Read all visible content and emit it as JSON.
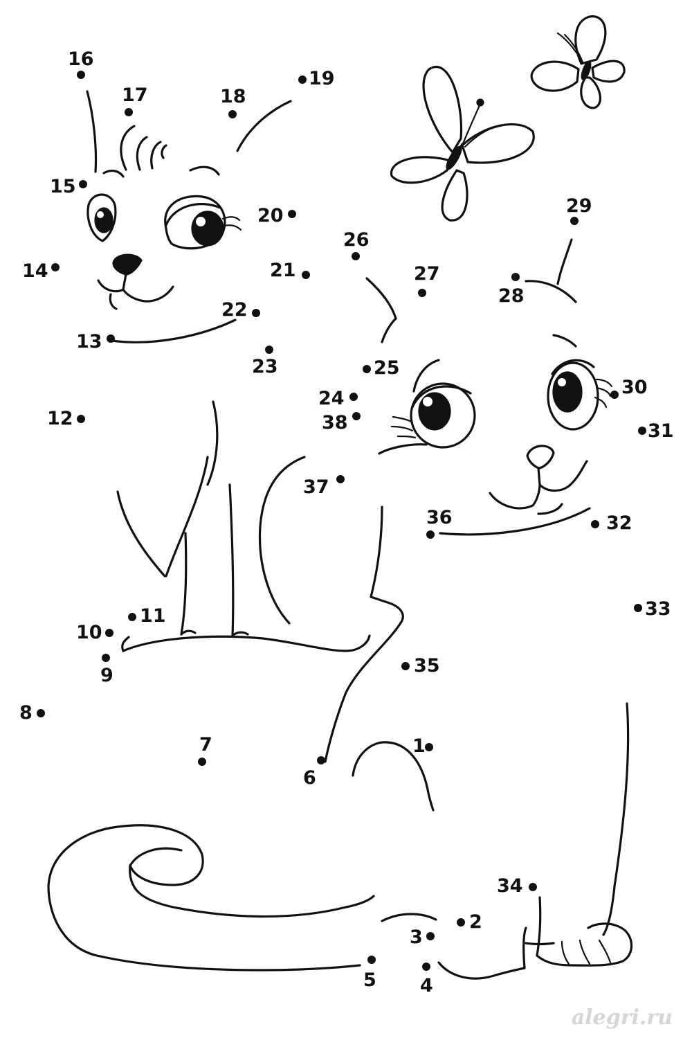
{
  "watermark": "alegri.ru",
  "points": [
    {
      "label": "1"
    },
    {
      "label": "2"
    },
    {
      "label": "3"
    },
    {
      "label": "4"
    },
    {
      "label": "5"
    },
    {
      "label": "6"
    },
    {
      "label": "7"
    },
    {
      "label": "8"
    },
    {
      "label": "9"
    },
    {
      "label": "10"
    },
    {
      "label": "11"
    },
    {
      "label": "12"
    },
    {
      "label": "13"
    },
    {
      "label": "14"
    },
    {
      "label": "15"
    },
    {
      "label": "16"
    },
    {
      "label": "17"
    },
    {
      "label": "18"
    },
    {
      "label": "19"
    },
    {
      "label": "20"
    },
    {
      "label": "21"
    },
    {
      "label": "22"
    },
    {
      "label": "23"
    },
    {
      "label": "24"
    },
    {
      "label": "25"
    },
    {
      "label": "26"
    },
    {
      "label": "27"
    },
    {
      "label": "28"
    },
    {
      "label": "29"
    },
    {
      "label": "30"
    },
    {
      "label": "31"
    },
    {
      "label": "32"
    },
    {
      "label": "33"
    },
    {
      "label": "34"
    },
    {
      "label": "35"
    },
    {
      "label": "36"
    },
    {
      "label": "37"
    },
    {
      "label": "38"
    }
  ]
}
